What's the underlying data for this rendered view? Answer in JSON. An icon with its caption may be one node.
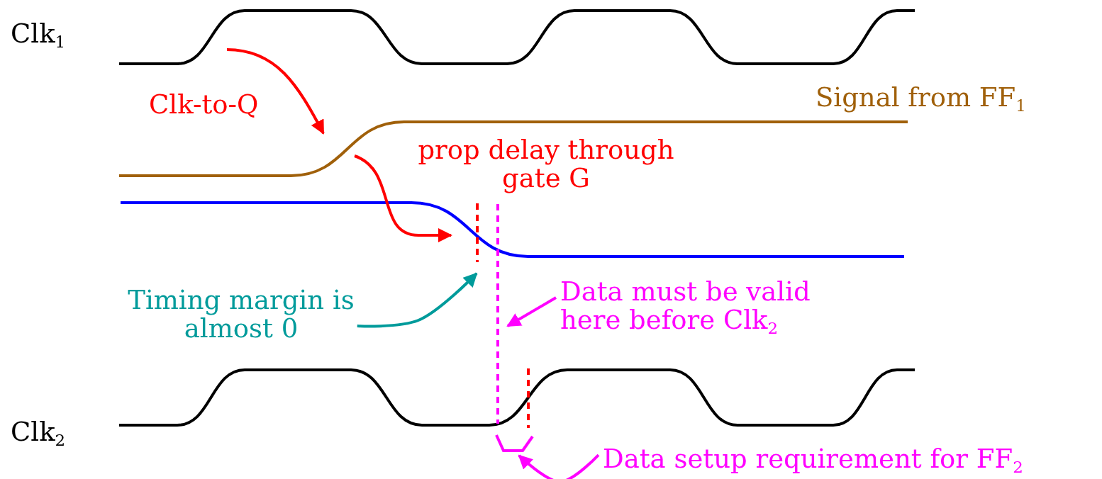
{
  "diagram": {
    "nodes": [
      {
        "text": [
          "Timing margin is almost 0"
        ]
      },
      {
        "text": [
          "Data must be valid here before Clk$_{2}$"
        ]
      },
      {
        "text": [
          "Data setup requirement for FF$_{2}$"
        ]
      },
      {
        "text": [],
        "shape": "bracket"
      }
    ],
    "edges": [
      {
        "from": 0,
        "to": null,
        "arrow": "to",
        "color": "#009b9b"
      },
      {
        "from": 1,
        "to": null,
        "arrow": "to",
        "color": "#ff00ff"
      },
      {
        "from": 2,
        "to": 3,
        "arrow": "to",
        "color": "#ff00ff"
      }
    ],
    "labels": [
      "Clk$_{1}$",
      "Clk-to-Q",
      "Signal from FF$_{1}$",
      "prop delay through gate G",
      "Clk$_{2}$"
    ]
  }
}
